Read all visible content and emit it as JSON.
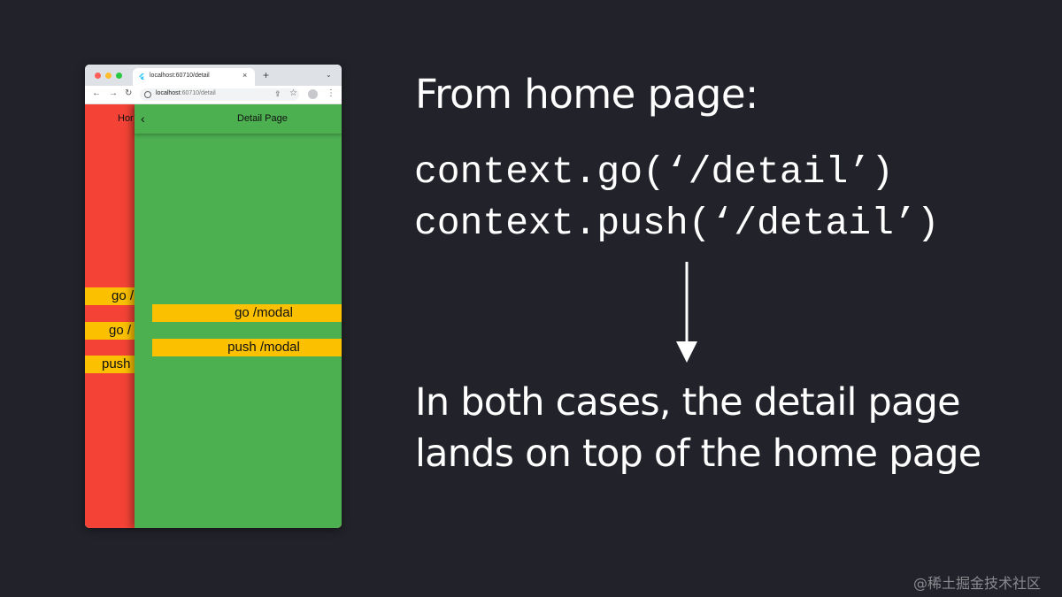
{
  "browser": {
    "tab_title": "localhost:60710/detail",
    "tab_close": "×",
    "new_tab": "+",
    "tab_menu": "⌄",
    "url_host": "localhost",
    "url_rest": ":60710/detail",
    "back": "←",
    "forward": "→",
    "reload": "↻",
    "share": "⇪",
    "star": "☆",
    "menu": "⋮"
  },
  "home_page": {
    "title": "Hor",
    "buttons": [
      "go /",
      "go /",
      "push"
    ],
    "background": "#f44336"
  },
  "detail_page": {
    "back_glyph": "‹",
    "title": "Detail Page",
    "buttons": [
      "go /modal",
      "push /modal"
    ],
    "background": "#4caf50",
    "button_color": "#fbc000"
  },
  "slide": {
    "heading": "From home page:",
    "code": [
      "context.go(‘/detail’)",
      "context.push(‘/detail’)"
    ],
    "caption": [
      "In both cases, the detail page",
      "lands on top of the home page"
    ],
    "watermark": "@稀土掘金技术社区",
    "background": "#22222a"
  }
}
